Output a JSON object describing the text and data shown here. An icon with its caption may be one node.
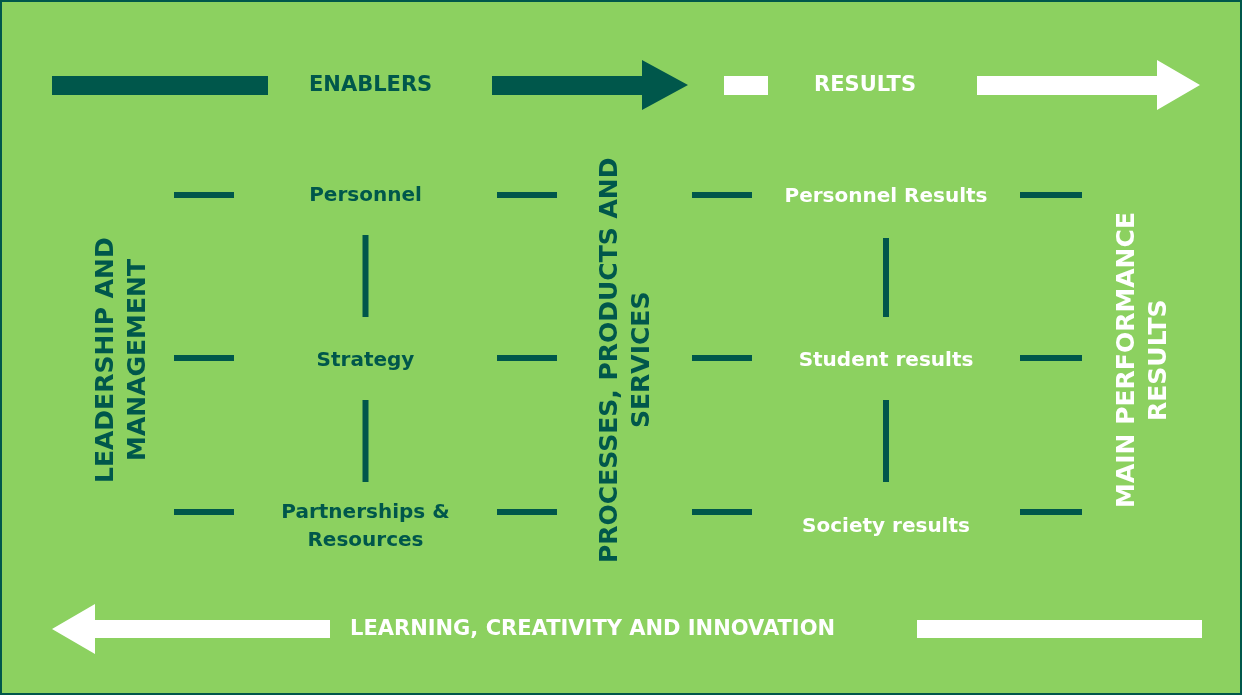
{
  "diagram": {
    "nodes": [
      {
        "text": [
          "LEADERSHIP AND MANAGEMENT"
        ]
      },
      {
        "text": [
          "Personnel"
        ]
      },
      {
        "text": [
          "Strategy"
        ]
      },
      {
        "text": [
          "Partnerships & Resources"
        ]
      },
      {
        "text": [
          "PROCESSES, PRODUCTS AND SERVICES"
        ]
      },
      {
        "text": [
          "Personnel Results"
        ]
      },
      {
        "text": [
          "Student results"
        ]
      },
      {
        "text": [
          "Society results"
        ]
      },
      {
        "text": [
          "MAIN PERFORMANCE RESULTS"
        ]
      }
    ],
    "edges": [
      {
        "from": 0,
        "to": 1,
        "arrow": "none"
      },
      {
        "from": 0,
        "to": 2,
        "arrow": "none"
      },
      {
        "from": 0,
        "to": 3,
        "arrow": "none"
      },
      {
        "from": 1,
        "to": 2,
        "arrow": "none"
      },
      {
        "from": 2,
        "to": 3,
        "arrow": "none"
      },
      {
        "from": 1,
        "to": 4,
        "arrow": "none"
      },
      {
        "from": 2,
        "to": 4,
        "arrow": "none"
      },
      {
        "from": 3,
        "to": 4,
        "arrow": "none"
      },
      {
        "from": 4,
        "to": 5,
        "arrow": "none"
      },
      {
        "from": 4,
        "to": 6,
        "arrow": "none"
      },
      {
        "from": 4,
        "to": 7,
        "arrow": "none"
      },
      {
        "from": 5,
        "to": 6,
        "arrow": "none"
      },
      {
        "from": 6,
        "to": 7,
        "arrow": "none"
      },
      {
        "from": 5,
        "to": 8,
        "arrow": "none"
      },
      {
        "from": 6,
        "to": 8,
        "arrow": "none"
      },
      {
        "from": 7,
        "to": 8,
        "arrow": "none"
      }
    ],
    "labels": [
      "ENABLERS",
      "RESULTS",
      "LEARNING, CREATIVITY AND INNOVATION"
    ]
  }
}
